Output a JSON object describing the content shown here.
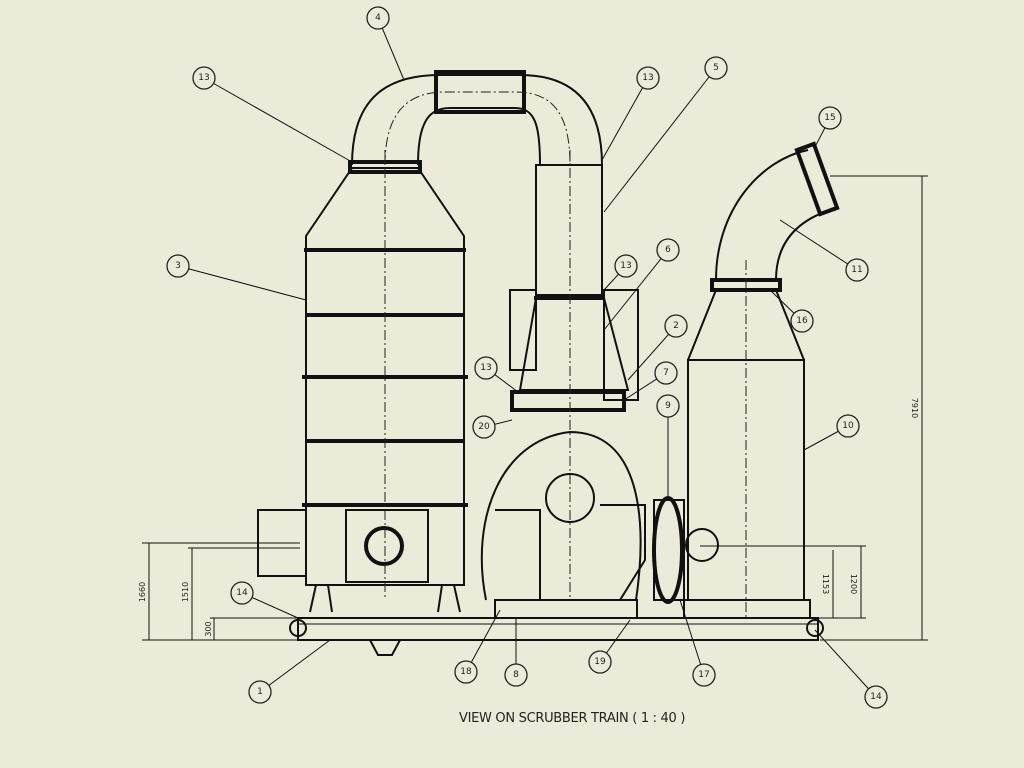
{
  "caption": "VIEW ON SCRUBBER TRAIN ( 1 : 40 )",
  "balloons": [
    "4",
    "13",
    "13",
    "5",
    "15",
    "3",
    "6",
    "13",
    "11",
    "2",
    "16",
    "13",
    "7",
    "9",
    "20",
    "10",
    "14",
    "1",
    "18",
    "8",
    "19",
    "17",
    "14"
  ],
  "dimensions": {
    "d1660": "1660",
    "d1510": "1510",
    "d300": "300",
    "d7910": "7910",
    "d1153": "1153",
    "d1200": "1200"
  }
}
